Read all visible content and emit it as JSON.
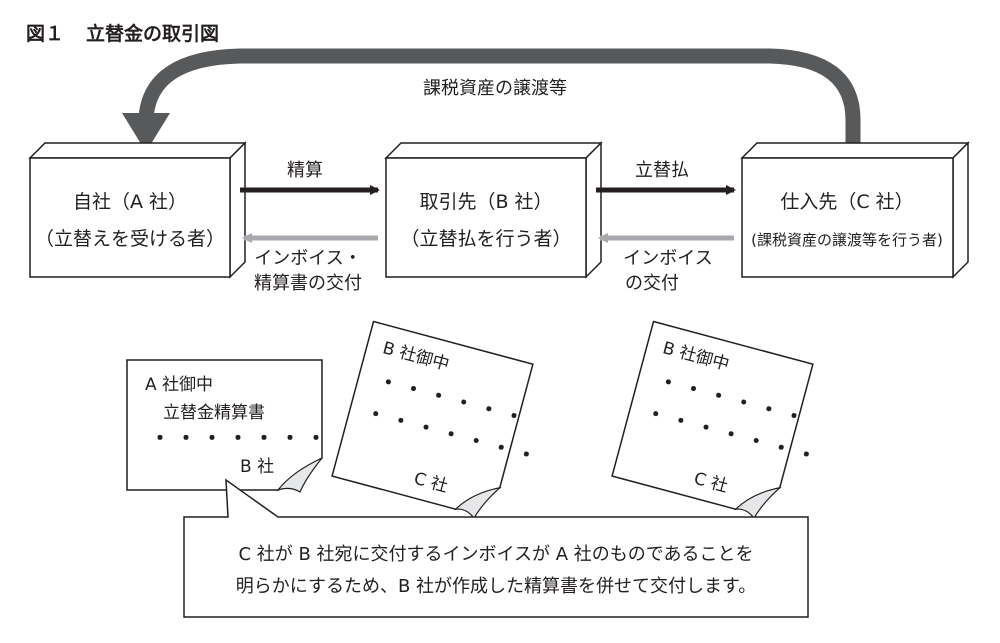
{
  "figure": {
    "number": "図１",
    "title": "立替金の取引図"
  },
  "top_arrow_label": "課税資産の譲渡等",
  "boxes": {
    "a": {
      "line1": "自社（A 社）",
      "line2": "（立替えを受ける者）"
    },
    "b": {
      "line1": "取引先（B 社）",
      "line2": "（立替払を行う者）"
    },
    "c": {
      "line1": "仕入先（C 社）",
      "line2": "(課税資産の譲渡等を行う者)"
    }
  },
  "arrows": {
    "ab_forward": "精算",
    "bc_forward": "立替払",
    "ba_back": {
      "line1": "インボイス・",
      "line2": "精算書の交付"
    },
    "cb_back": {
      "line1": "インボイス",
      "line2": "の交付"
    }
  },
  "documents": {
    "doc1": {
      "line1": "A 社御中",
      "line2": "立替金精算書",
      "dots": "・・・・・・・",
      "signer": "B 社"
    },
    "doc2": {
      "header": "B 社御中",
      "dots1": "・・・・・・",
      "dots2": "・・・・・・・",
      "signer": "C 社"
    },
    "doc3": {
      "header": "B 社御中",
      "dots1": "・・・・・・",
      "dots2": "・・・・・・・",
      "signer": "C 社"
    }
  },
  "note": {
    "line1": "C 社が B 社宛に交付するインボイスが A 社のものであることを",
    "line2": "明らかにするため、B 社が作成した精算書を併せて交付します。"
  },
  "colors": {
    "ink": "#231f20",
    "gray_arrow": "#a7a9ac",
    "box_side": "#ffffff"
  }
}
